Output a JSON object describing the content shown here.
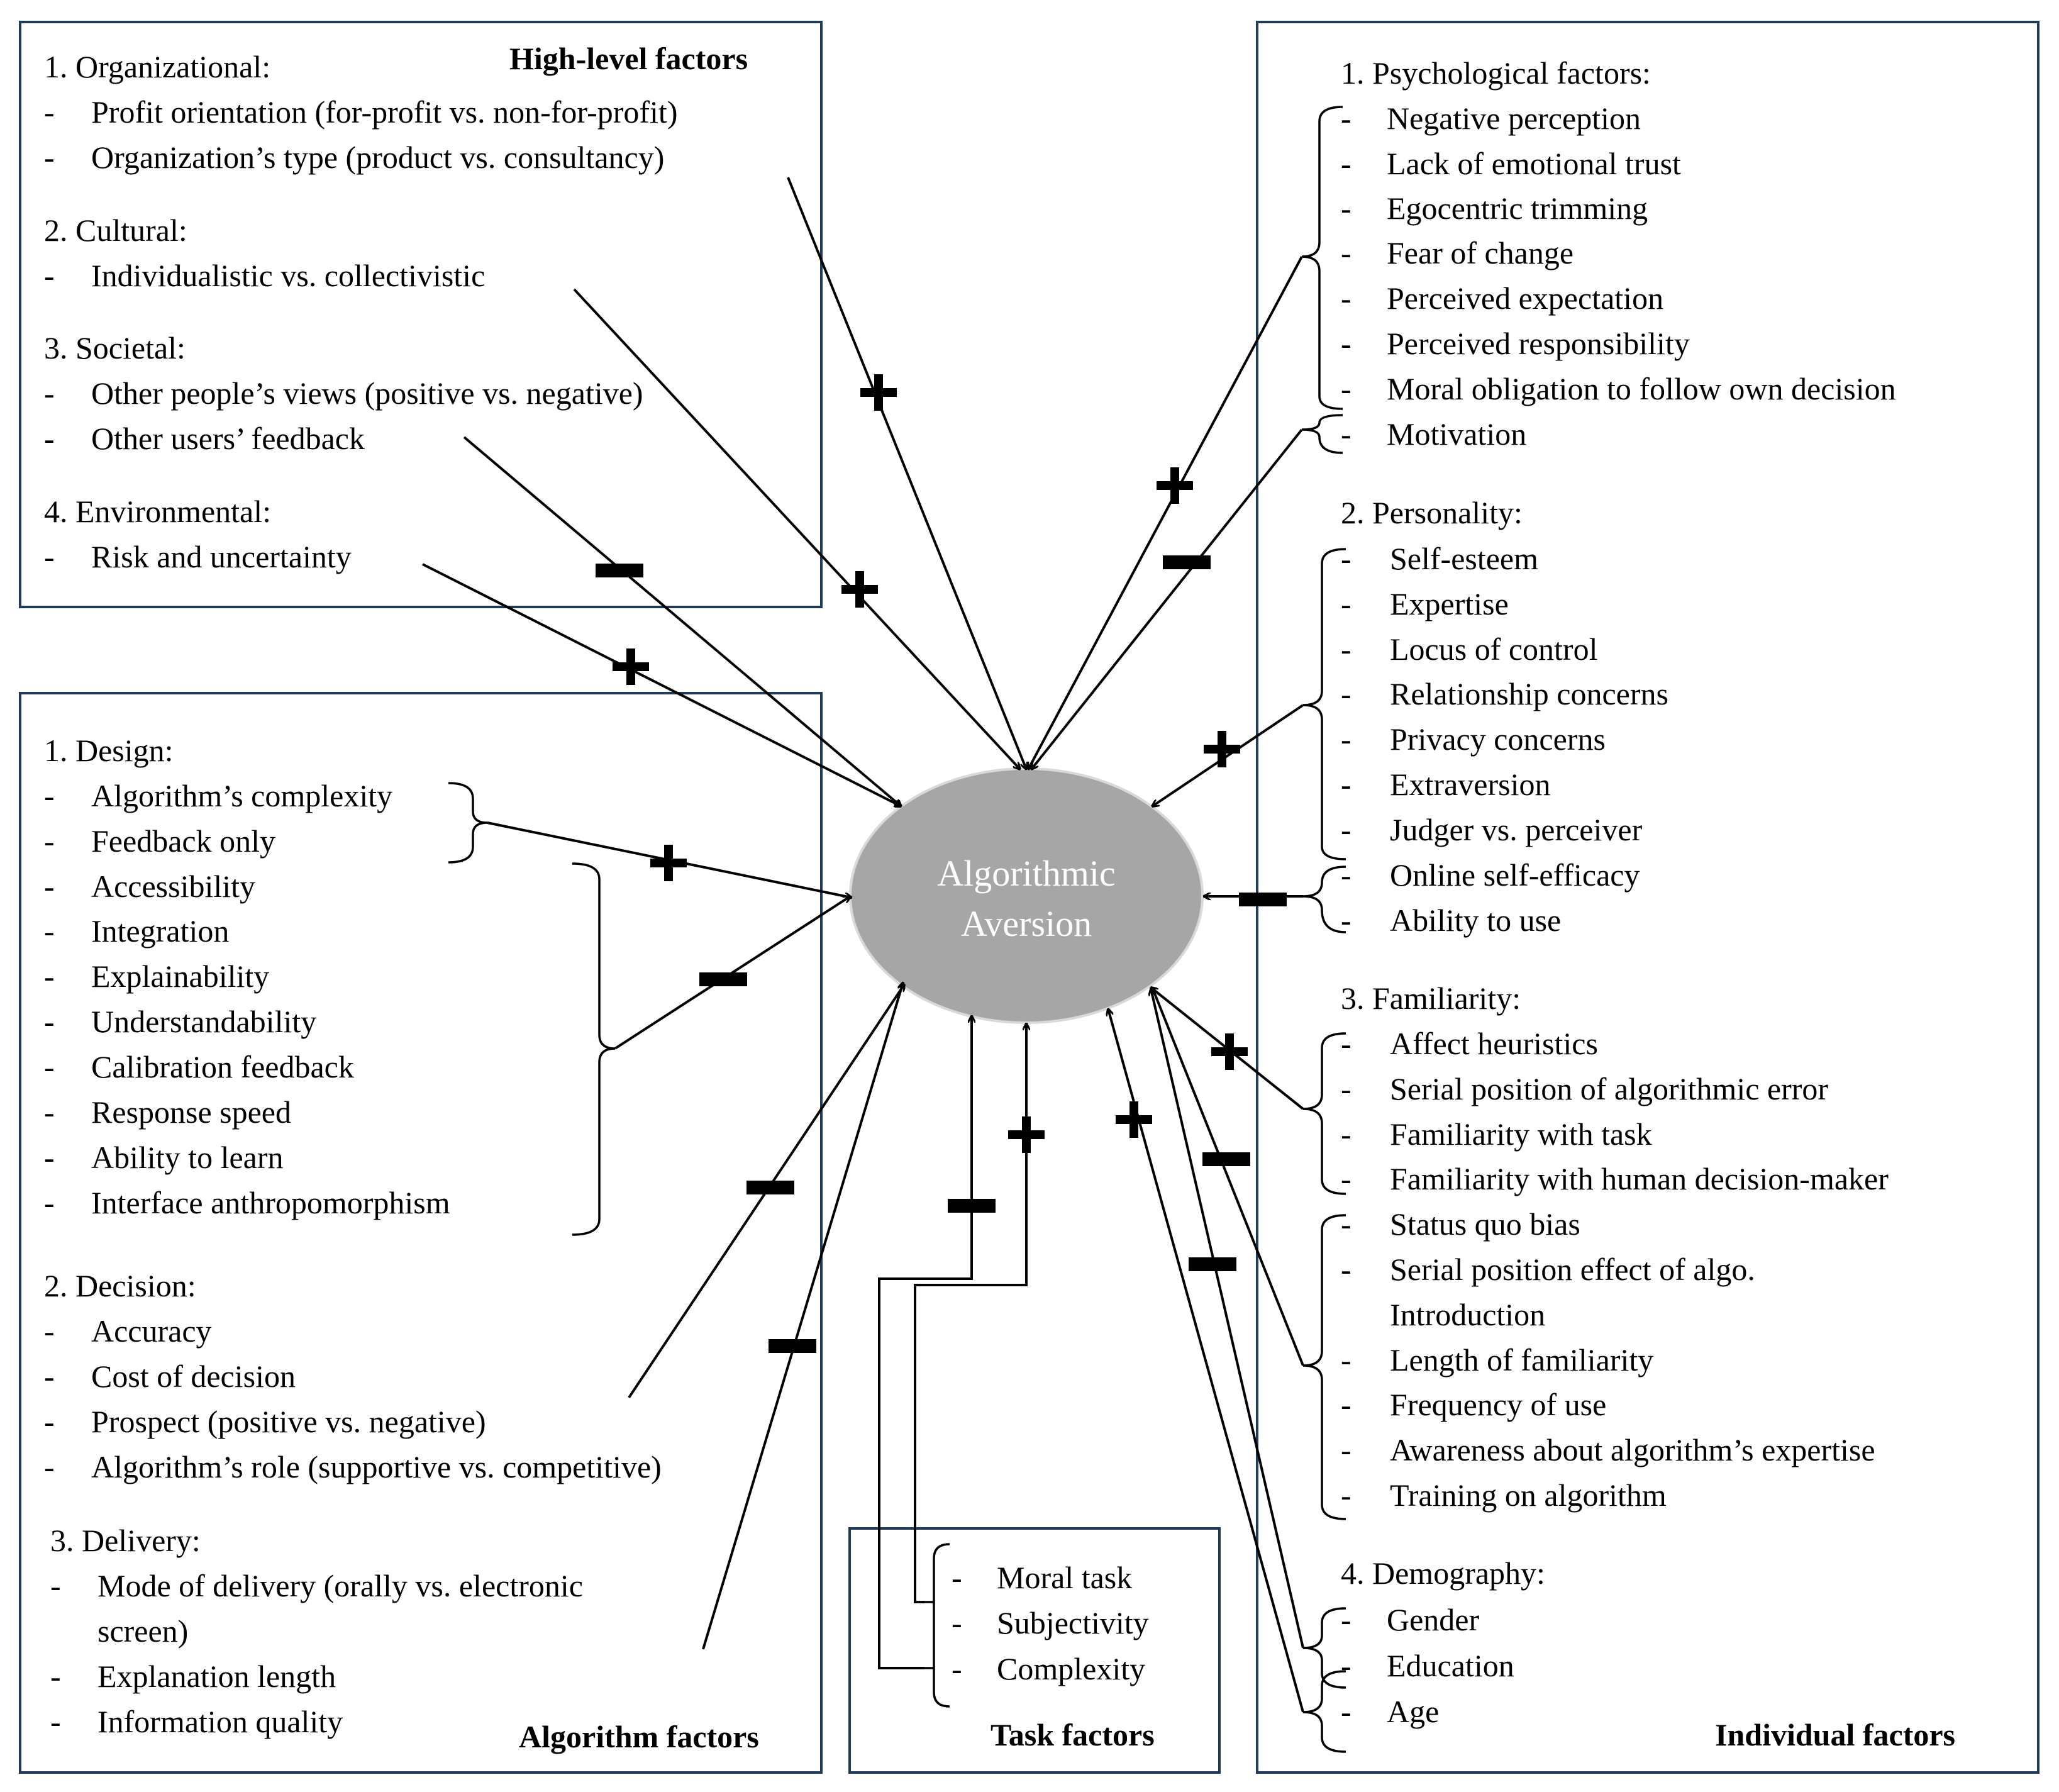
{
  "colors": {
    "ellipse_fill": "#a6a6a6",
    "box_border": "#1f3b57",
    "ink": "#000000"
  },
  "center": {
    "line1": "Algorithmic",
    "line2": "Aversion"
  },
  "high_level": {
    "title": "High-level factors",
    "lines": [
      "1. Organizational:",
      "Profit orientation (for-profit vs. non-for-profit)",
      "Organization’s type (product vs. consultancy)",
      "2. Cultural:",
      "Individualistic vs. collectivistic",
      "3. Societal:",
      "Other people’s views (positive vs. negative)",
      "Other users’ feedback",
      "4. Environmental:",
      "Risk and uncertainty"
    ]
  },
  "algorithm": {
    "title": "Algorithm factors",
    "lines": [
      "1. Design:",
      "Algorithm’s complexity",
      "Feedback only",
      "Accessibility",
      "Integration",
      "Explainability",
      "Understandability",
      "Calibration feedback",
      "Response speed",
      "Ability to learn",
      "Interface anthropomorphism",
      "2. Decision:",
      "Accuracy",
      "Cost of decision",
      "Prospect (positive vs. negative)",
      "Algorithm’s role (supportive vs. competitive)",
      "3. Delivery:",
      "Mode of delivery (orally vs. electronic",
      "screen)",
      "Explanation length",
      "Information quality"
    ]
  },
  "task": {
    "title": "Task factors",
    "lines": [
      "Moral task",
      "Subjectivity",
      "Complexity"
    ]
  },
  "individual": {
    "title": "Individual factors",
    "lines": [
      "1. Psychological factors:",
      "Negative perception",
      "Lack of emotional trust",
      "Egocentric trimming",
      "Fear of change",
      "Perceived expectation",
      "Perceived responsibility",
      "Moral obligation to follow own decision",
      "Motivation",
      "2. Personality:",
      "Self-esteem",
      "Expertise",
      "Locus of control",
      "Relationship concerns",
      "Privacy concerns",
      "Extraversion",
      "Judger vs. perceiver",
      "Online self-efficacy",
      "Ability to use",
      "3. Familiarity:",
      "Affect heuristics",
      "Serial position of algorithmic error",
      "Familiarity with task",
      "Familiarity with human decision-maker",
      "Status quo bias",
      "Serial position effect of algo.",
      "Introduction",
      "Length of familiarity",
      "Frequency of use",
      "Awareness about algorithm’s expertise",
      "Training on algorithm",
      "4. Demography:",
      "Gender",
      "Education",
      "Age"
    ]
  }
}
